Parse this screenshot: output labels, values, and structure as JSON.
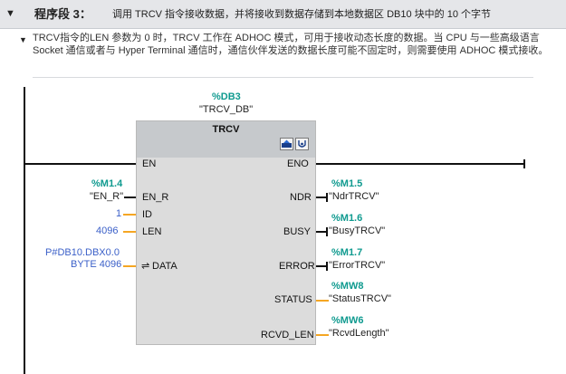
{
  "network": {
    "toggle": "▼",
    "title": "程序段 3：",
    "description": "调用 TRCV 指令接收数据，并将接收到数据存储到本地数据区 DB10 块中的 10 个字节",
    "comment_toggle": "▼",
    "comment": "TRCV指令的LEN 参数为 0 时，TRCV 工作在 ADHOC 模式，可用于接收动态长度的数据。当 CPU 与一些高级语言 Socket 通信或者与 Hyper Terminal 通信时，通信伙伴发送的数据长度可能不固定时，则需要使用 ADHOC 模式接收。"
  },
  "block": {
    "instance_db": "%DB3",
    "instance_name": "\"TRCV_DB\"",
    "title": "TRCV",
    "icons": [
      "block-icon",
      "help-icon"
    ]
  },
  "inputs": {
    "en": {
      "pin": "EN"
    },
    "en_r": {
      "pin": "EN_R",
      "address": "%M1.4",
      "symbol": "\"EN_R\""
    },
    "id": {
      "pin": "ID",
      "value": "1"
    },
    "len": {
      "pin": "LEN",
      "value": "4096"
    },
    "data": {
      "pin": "DATA",
      "arrow": "⇌",
      "address": "P#DB10.DBX0.0",
      "address_cont": "BYTE 4096"
    }
  },
  "outputs": {
    "eno": {
      "pin": "ENO"
    },
    "ndr": {
      "pin": "NDR",
      "address": "%M1.5",
      "symbol": "\"NdrTRCV\""
    },
    "busy": {
      "pin": "BUSY",
      "address": "%M1.6",
      "symbol": "\"BusyTRCV\""
    },
    "error": {
      "pin": "ERROR",
      "address": "%M1.7",
      "symbol": "\"ErrorTRCV\""
    },
    "status": {
      "pin": "STATUS",
      "address": "%MW8",
      "symbol": "\"StatusTRCV\""
    },
    "rcvd_len": {
      "pin": "RCVD_LEN",
      "address": "%MW6",
      "symbol": "\"RcvdLength\""
    }
  },
  "colors": {
    "teal": "#0f9a8f",
    "wire_data": "#f5a623",
    "pointer_blue": "#3a5fc8"
  }
}
